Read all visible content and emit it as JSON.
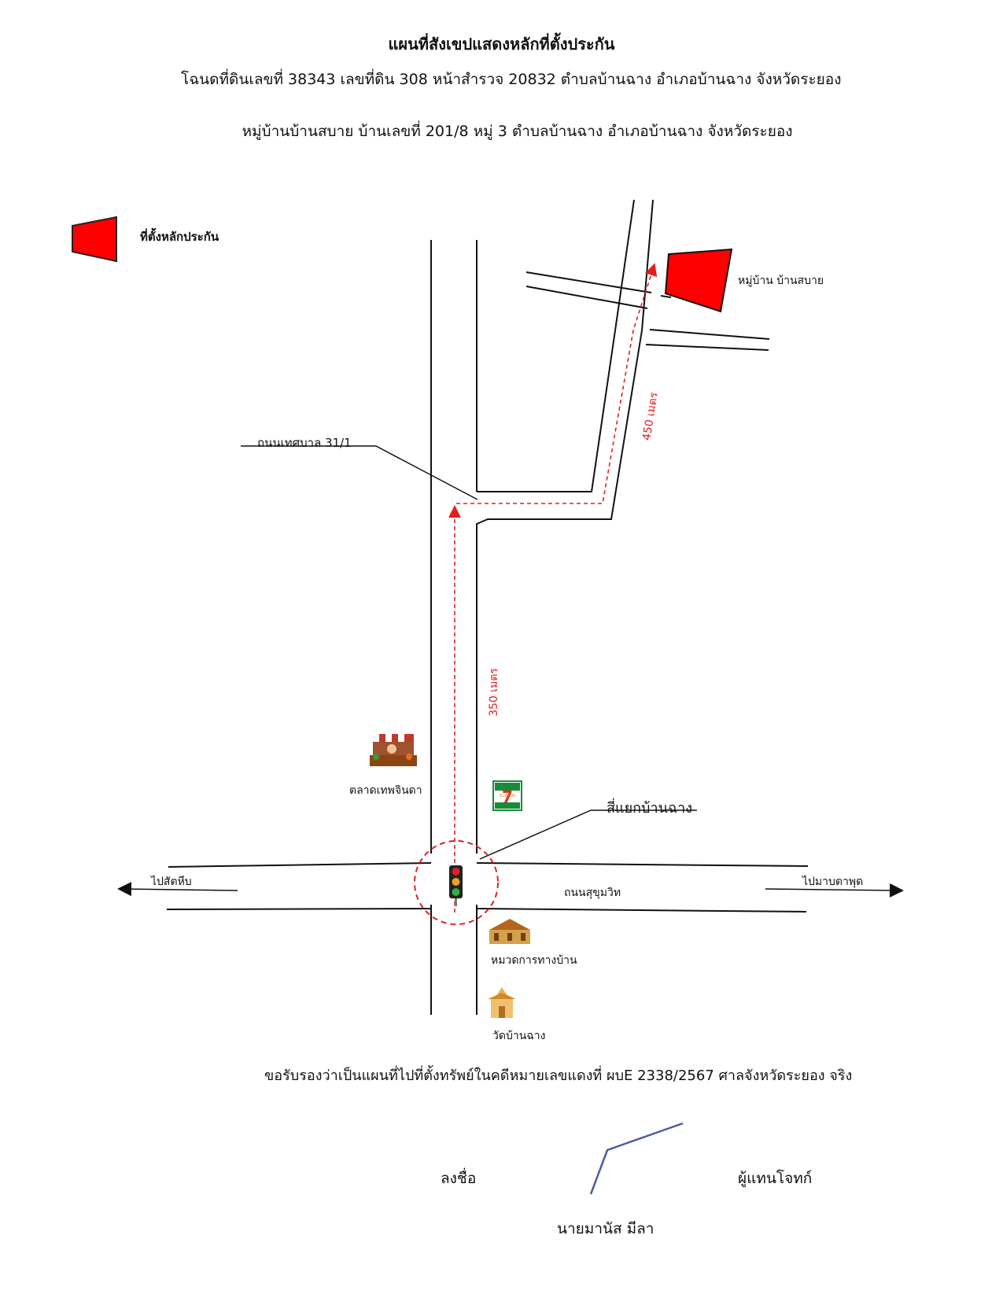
{
  "header": {
    "title": "แผนที่สังเขปแสดงหลักที่ตั้งประกัน",
    "deed_line": "โฉนดที่ดินเลขที่ 38343 เลขที่ดิน 308  หน้าสำรวจ 20832  ตำบลบ้านฉาง  อำเภอบ้านฉาง  จังหวัดระยอง",
    "address_line": "หมู่บ้านบ้านสบาย  บ้านเลขที่ 201/8  หมู่ 3  ตำบลบ้านฉาง  อำเภอบ้านฉาง จังหวัดระยอง"
  },
  "legend": {
    "label": "ที่ตั้งหลักประกัน",
    "color": "#ff0000"
  },
  "map": {
    "village_label": "หมู่บ้าน บ้านสบาย",
    "road_municipal": "ถนนเทศบาล 31/1",
    "distance_north": "450 เมตร",
    "distance_south": "350 เมตร",
    "market_label": "ตลาดเทพจินดา",
    "intersection_label": "สี่แยกบ้านฉาง",
    "to_west": "ไปสัตหีบ",
    "to_east": "ไปมาบตาพุด",
    "sukhumvit": "ถนนสุขุมวิท",
    "highway_dept": "หมวดการทางบ้าน",
    "temple_label": "วัดบ้านฉาง",
    "store_icon_text": "ELEVEN",
    "route_color": "#e02020"
  },
  "footer": {
    "certification": "ขอรับรองว่าเป็นแผนที่ไปที่ตั้งทรัพย์ในคดีหมายเลขแดงที่ ผบE 2338/2567 ศาลจังหวัดระยอง จริง",
    "sign_label": "ลงชื่อ",
    "representative_label": "ผู้แทนโจทก์",
    "signer_name": "นายมานัส   มีลา"
  }
}
